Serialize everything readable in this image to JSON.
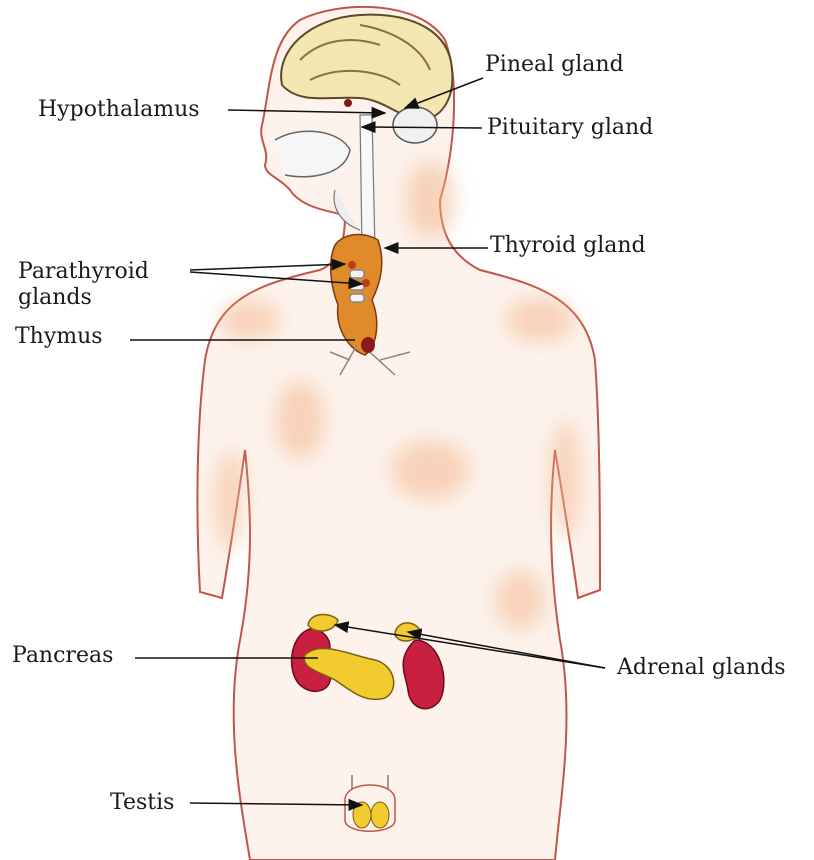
{
  "labels": {
    "pineal": "Pineal gland",
    "hypothalamus": "Hypothalamus",
    "pituitary": "Pituitary gland",
    "thyroid": "Thyroid gland",
    "parathyroid_1": "Parathyroid",
    "parathyroid_2": "glands",
    "thymus": "Thymus",
    "pancreas": "Pancreas",
    "adrenal": "Adrenal glands",
    "testis": "Testis"
  },
  "colors": {
    "skin": "#fdf1ea",
    "shade": "#f6c9a8",
    "outline": "#c0554a",
    "brain": "#f3e6b0",
    "gland_yellow": "#f2cc2e",
    "kidney": "#c8203e",
    "thyroid": "#e08a2a"
  }
}
